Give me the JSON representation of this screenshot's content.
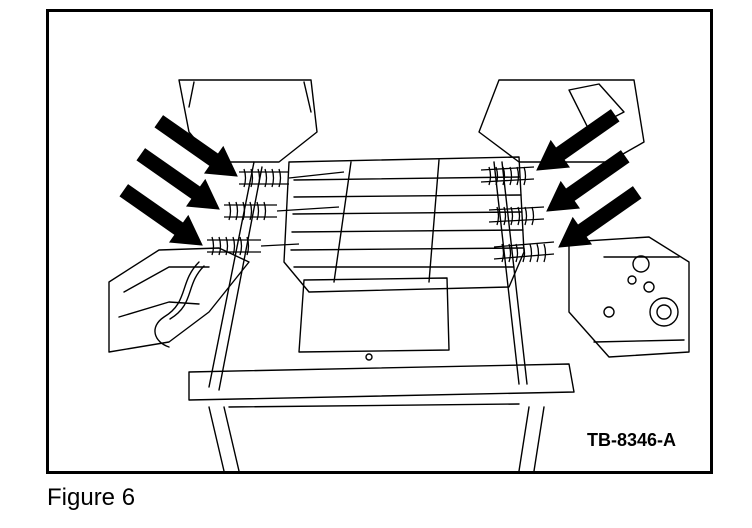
{
  "figure": {
    "reference_id": "TB-8346-A",
    "caption": "Figure 6"
  },
  "colors": {
    "line": "#000000",
    "background": "#ffffff"
  },
  "illustration": {
    "arrow_count": 6,
    "spring_count": 6
  }
}
